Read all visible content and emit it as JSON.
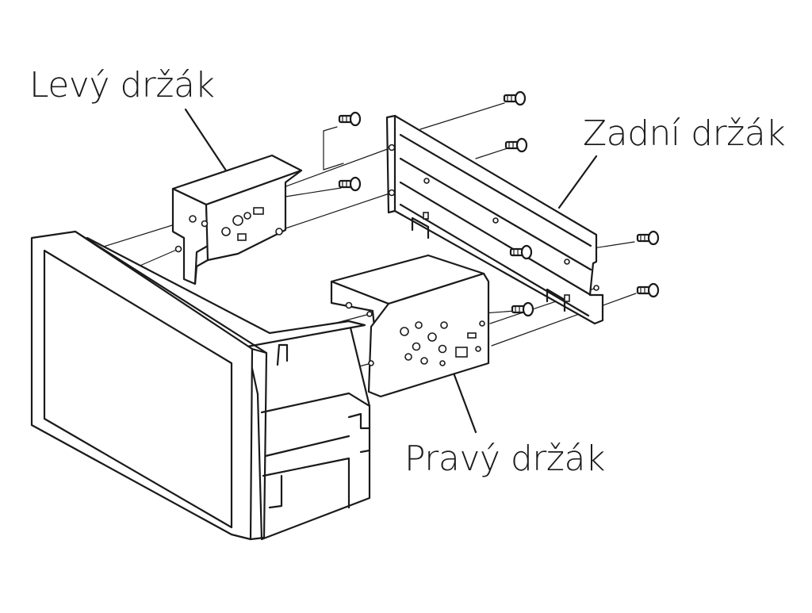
{
  "labels": {
    "left_bracket": "Levý držák",
    "rear_bracket": "Zadní držák",
    "right_bracket": "Pravý držák"
  },
  "icons": [
    "screw-icon"
  ]
}
